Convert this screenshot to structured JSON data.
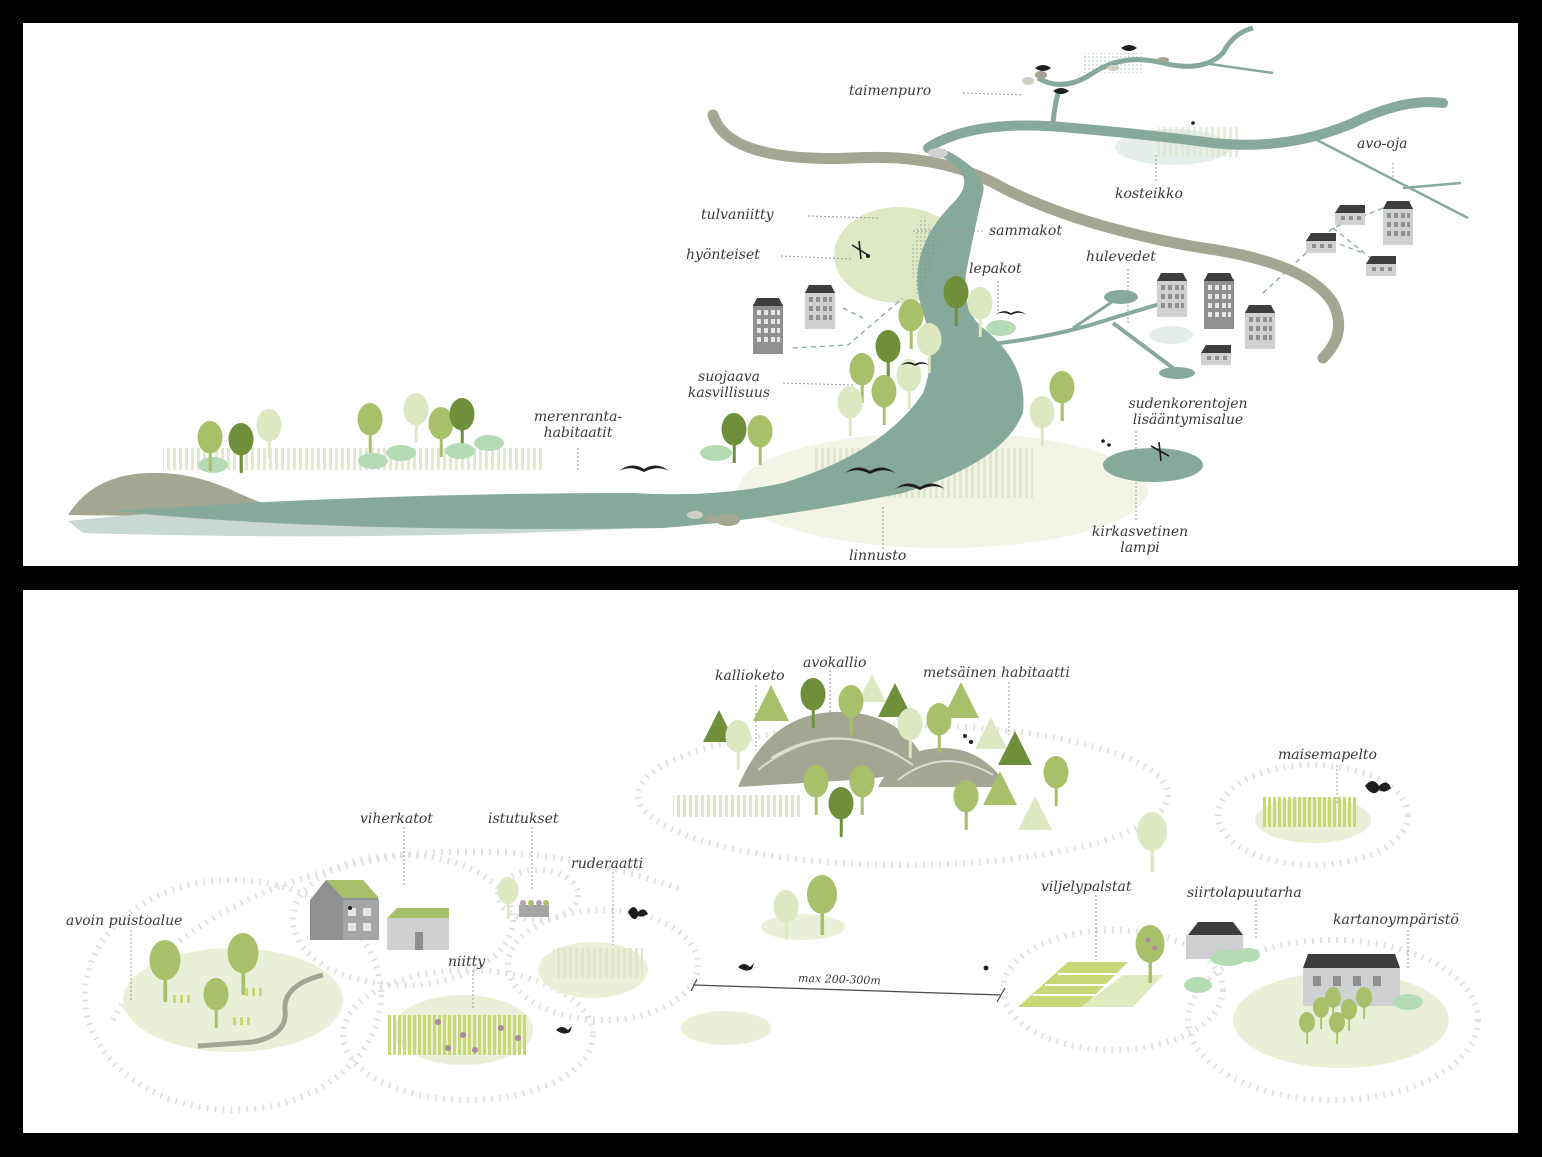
{
  "top_panel": {
    "labels": {
      "taimenpuro": "taimenpuro",
      "kosteikko": "kosteikko",
      "avo_oja": "avo-oja",
      "tulvaniitty": "tulvaniitty",
      "sammakot": "sammakot",
      "hyonteiset": "hyönteiset",
      "lepakot": "lepakot",
      "hulevedet": "hulevedet",
      "suojaava_1": "suojaava",
      "suojaava_2": "kasvillisuus",
      "merenranta_1": "merenranta-",
      "merenranta_2": "habitaatit",
      "sudenkorento_1": "sudenkorentojen",
      "sudenkorento_2": "lisääntymisalue",
      "kirkasvetinen_1": "kirkasvetinen",
      "kirkasvetinen_2": "lampi",
      "linnusto": "linnusto"
    }
  },
  "bottom_panel": {
    "labels": {
      "kallioketo": "kallioketo",
      "avokallio": "avokallio",
      "metsainen": "metsäinen habitaatti",
      "maisemapelto": "maisemapelto",
      "viherkatot": "viherkatot",
      "istutukset": "istutukset",
      "ruderaatti": "ruderaatti",
      "avoin_puistoalue": "avoin puistoalue",
      "niitty": "niitty",
      "viljelypalstat": "viljelypalstat",
      "siirtolapuutarha": "siirtolapuutarha",
      "kartanoymparisto": "kartanoympäristö",
      "distance": "max 200-300m"
    }
  },
  "colors": {
    "water": "#87a99b",
    "water_dark": "#6f968a",
    "road": "#a5a594",
    "tree_dark": "#6f8f3a",
    "tree_mid": "#a9c06b",
    "tree_light": "#d5e2b4",
    "meadow": "#e8eed6",
    "building": "#8f9092",
    "roof": "#3d3d3f"
  }
}
